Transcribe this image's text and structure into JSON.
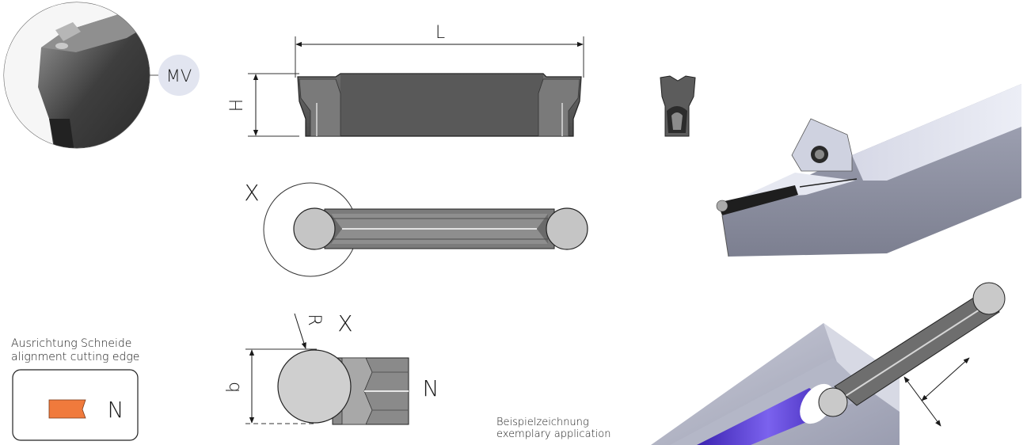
{
  "badge": {
    "text": "MV"
  },
  "dimensions": {
    "length": "L",
    "height": "H",
    "width": "b",
    "radius": "R"
  },
  "detail": {
    "label_top": "X",
    "label_detail": "X"
  },
  "alignment": {
    "line1": "Ausrichtung Schneide",
    "line2": "alignment cutting edge",
    "code": "N",
    "marker_color": "#f07a3c"
  },
  "detail_code": "N",
  "application": {
    "line1": "Beispielzeichnung",
    "line2": "exemplary application",
    "highlight_color": "#5a3fd6"
  }
}
